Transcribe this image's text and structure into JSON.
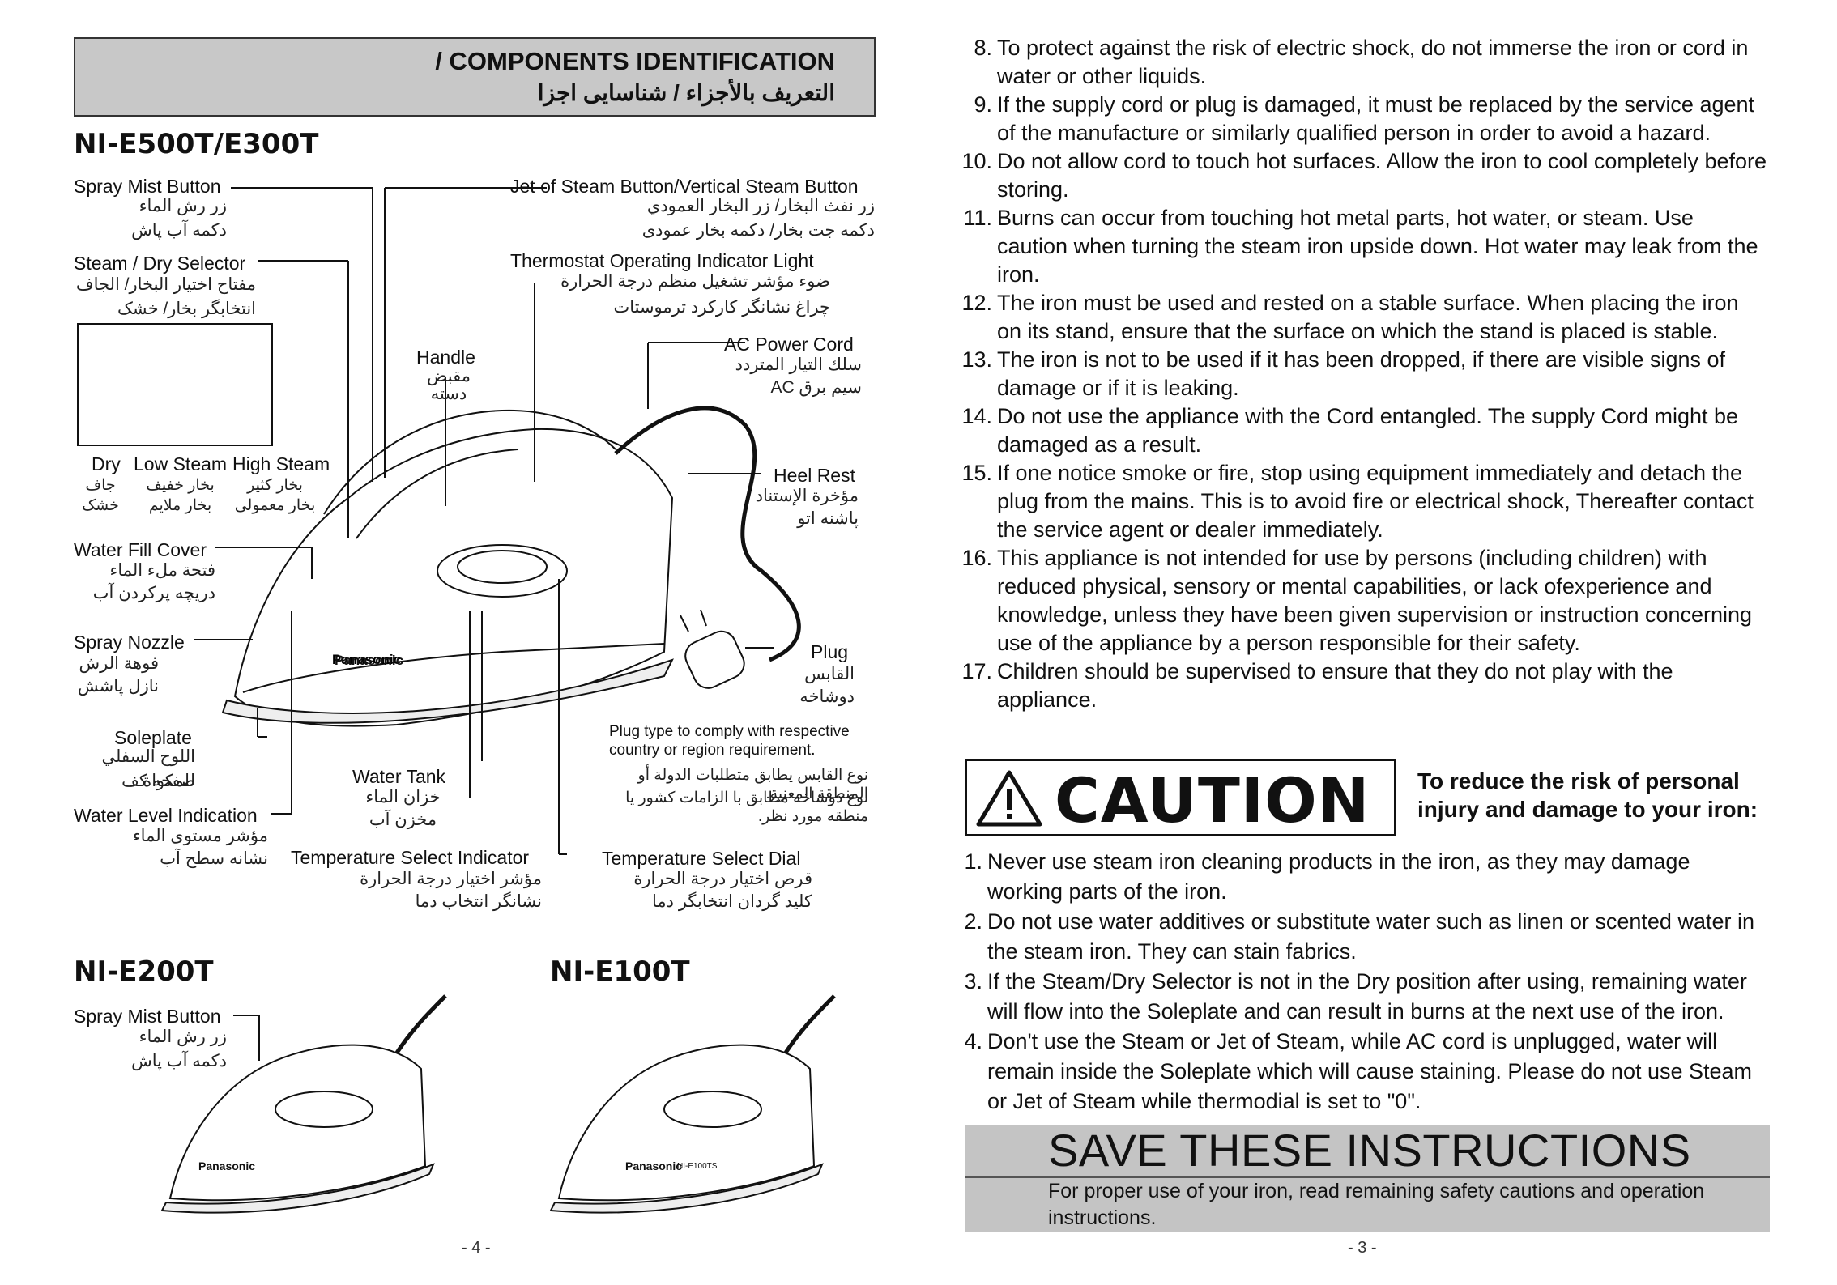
{
  "left_page": {
    "header": {
      "title_en": "/ COMPONENTS IDENTIFICATION",
      "title_ar": "التعريف بالأجزاء / شناسایی اجزا"
    },
    "main_model": "NI-E500T/E300T",
    "labels": {
      "spray_mist_button": {
        "en": "Spray Mist Button",
        "ar": "زر رش الماء",
        "fa": "دکمه آب پاش"
      },
      "steam_dry_selector": {
        "en": "Steam / Dry Selector",
        "ar": "مفتاح اختيار البخار/ الجاف",
        "fa": "انتخابگر بخار/ خشک"
      },
      "dry": {
        "en": "Dry",
        "ar": "جاف",
        "fa": "خشک"
      },
      "low_steam": {
        "en": "Low Steam",
        "ar": "بخار خفيف",
        "fa": "بخار ملايم"
      },
      "high_steam": {
        "en": "High Steam",
        "ar": "بخار كثير",
        "fa": "بخار معمولی"
      },
      "water_fill_cover": {
        "en": "Water Fill Cover",
        "ar": "فتحة ملء الماء",
        "fa": "دریچه پرکردن آب"
      },
      "spray_nozzle": {
        "en": "Spray Nozzle",
        "ar": "فوهة الرش",
        "fa": "نازل پاشش"
      },
      "soleplate": {
        "en": "Soleplate",
        "ar": "اللوح السفلي للمكواة",
        "fa": "صفحه کف"
      },
      "water_level": {
        "en": "Water Level Indication",
        "ar": "مؤشر مستوى الماء",
        "fa": "نشانه سطح آب"
      },
      "temp_indicator": {
        "en": "Temperature Select Indicator",
        "ar": "مؤشر اختيار درجة الحرارة",
        "fa": "نشانگر انتخاب دما"
      },
      "water_tank": {
        "en": "Water Tank",
        "ar": "خزان الماء",
        "fa": "مخزن آب"
      },
      "handle": {
        "en": "Handle",
        "ar": "مقبض",
        "fa": "دسته"
      },
      "jet_steam": {
        "en": "Jet of Steam Button/Vertical Steam Button",
        "ar": "زر نفث البخار/ زر البخار العمودي",
        "fa": "دکمه جت بخار/ دکمه بخار عمودی"
      },
      "thermostat": {
        "en": "Thermostat Operating Indicator Light",
        "ar": "ضوء مؤشر تشغيل منظم درجة الحرارة",
        "fa": "چراغ نشانگر کارکرد ترموستات"
      },
      "ac_cord": {
        "en": "AC Power Cord",
        "ar": "سلك التيار المتردد",
        "fa": "سیم برق AC"
      },
      "heel_rest": {
        "en": "Heel Rest",
        "ar": "مؤخرة الإستناد",
        "fa": "پاشنه اتو"
      },
      "plug": {
        "en": "Plug",
        "ar": "القابس",
        "fa": "دوشاخه"
      },
      "plug_note": {
        "en": "Plug type to comply with respective country or region requirement.",
        "ar": "نوع القابس يطابق متطلبات الدولة أو المنطقة المعنية.",
        "fa": "نوع دوشاخه مطابق با الزامات کشور یا منطقه مورد نظر."
      },
      "temp_dial": {
        "en": "Temperature Select Dial",
        "ar": "قرص اختيار درجة الحرارة",
        "fa": "کلید گردان انتخابگر دما"
      }
    },
    "brand_on_iron": "Panasonic",
    "model_e200": "NI-E200T",
    "model_e100": "NI-E100T",
    "model_e100_tag": "NI-E100TS",
    "e200_spray": {
      "en": "Spray Mist Button",
      "ar": "زر رش الماء",
      "fa": "دکمه آب پاش"
    },
    "page_number": "- 4 -"
  },
  "right_page": {
    "items_top": [
      {
        "n": "8.",
        "t": "To protect against the risk of electric shock, do not immerse the iron or cord in water or other liquids."
      },
      {
        "n": "9.",
        "t": "If the supply cord or plug is damaged, it must be replaced by the service agent of the manufacture or similarly qualified person in order to avoid a hazard."
      },
      {
        "n": "10.",
        "t": "Do not allow cord to touch hot surfaces. Allow the iron to cool completely before storing."
      },
      {
        "n": "11.",
        "t": "Burns can occur from touching hot metal parts, hot water, or steam. Use caution when turning the steam iron upside down. Hot water may leak from the iron."
      },
      {
        "n": "12.",
        "t": "The iron must be used and rested on a stable surface. When placing the iron on its stand, ensure that the surface on which the stand is placed is stable."
      },
      {
        "n": "13.",
        "t": "The iron is not to be used if it has been dropped, if there are visible signs of damage or if it is leaking."
      },
      {
        "n": "14.",
        "t": "Do not use the appliance with the Cord entangled. The supply Cord might be damaged as a result."
      },
      {
        "n": "15.",
        "t": "If one notice smoke or fire, stop using equipment immediately and detach the plug from the mains. This is to avoid fire or electrical shock, Thereafter contact the service agent or dealer immediately."
      },
      {
        "n": "16.",
        "t": "This appliance is not intended for use by persons (including children) with reduced physical, sensory or mental capabilities, or lack ofexperience and knowledge, unless they have been given supervision or instruction concerning use of the appliance by a person responsible for their safety."
      },
      {
        "n": "17.",
        "t": "Children should be supervised to ensure that they do not play with the appliance."
      }
    ],
    "caution": {
      "word": "CAUTION",
      "side_text": "To reduce the risk of personal injury and damage to your iron:"
    },
    "items_bottom": [
      {
        "n": "1.",
        "t": "Never use steam iron cleaning products in the iron, as they may damage working parts of the iron."
      },
      {
        "n": "2.",
        "t": "Do not use water additives or substitute water such as linen or scented water in the steam iron. They can stain fabrics."
      },
      {
        "n": "3.",
        "t": "If the Steam/Dry Selector is not in the Dry position after using, remaining water will flow into the Soleplate and can result in burns at the next use of the iron."
      },
      {
        "n": "4.",
        "t": "Don't use the Steam or Jet of Steam, while AC cord is unplugged, water will remain inside the Soleplate which will cause staining. Please do not use Steam or Jet of Steam while thermodial is set to \"0\"."
      }
    ],
    "save": {
      "title": "SAVE THESE INSTRUCTIONS",
      "text": "For proper use of your iron, read remaining safety cautions and operation instructions."
    },
    "page_number": "- 3 -"
  }
}
